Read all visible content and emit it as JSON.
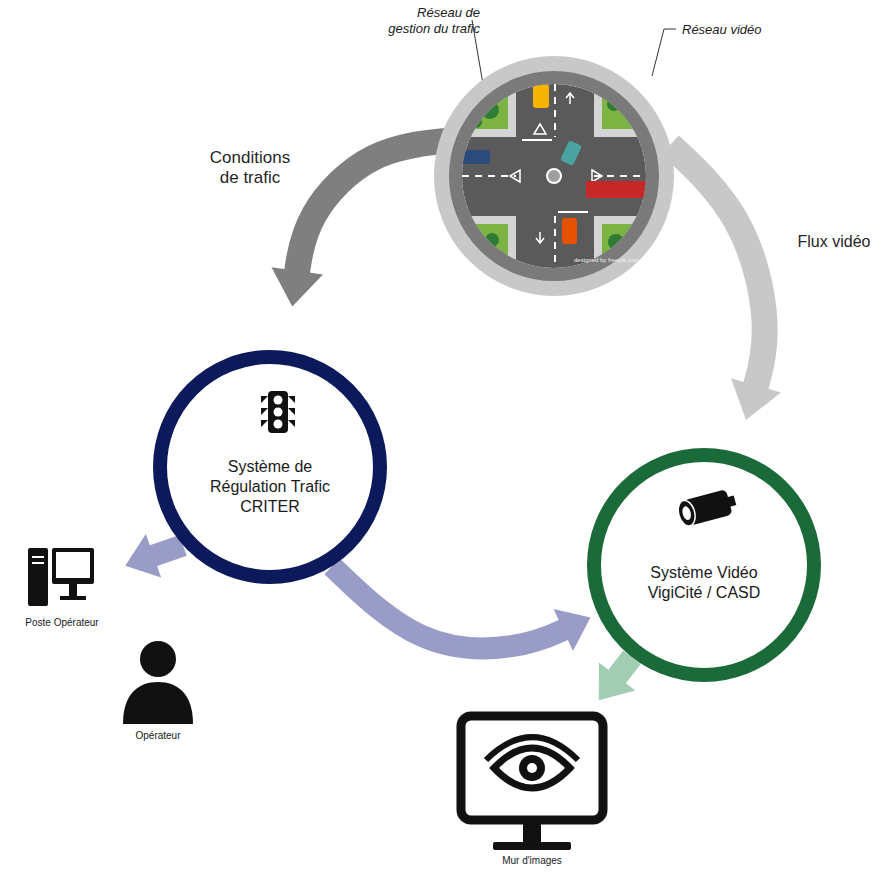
{
  "diagram": {
    "nodes": [
      {
        "text": [
          "Réseau vidéo"
        ]
      },
      {
        "text": [
          "Réseau de gestion du trafic"
        ],
        "in": 0
      },
      {
        "text": [
          "Système de Régulation Trafic CRITER"
        ]
      },
      {
        "text": [
          "Système Vidéo VigiCité / CASD"
        ]
      },
      {
        "text": [
          "Poste Opérateur"
        ]
      },
      {
        "text": [
          "Opérateur"
        ]
      },
      {
        "text": [
          "Mur d'images"
        ]
      }
    ],
    "edges": [
      {
        "from": 1,
        "to": 2,
        "arrow": "to",
        "label": "Conditions de trafic"
      },
      {
        "from": 0,
        "to": 3,
        "arrow": "to",
        "label": "Flux vidéo"
      },
      {
        "from": 2,
        "to": 4,
        "arrow": "to"
      },
      {
        "from": 2,
        "to": 3,
        "arrow": "to"
      },
      {
        "from": 3,
        "to": 6,
        "arrow": "to"
      }
    ],
    "labels": [
      "designed by freepik.com"
    ]
  }
}
